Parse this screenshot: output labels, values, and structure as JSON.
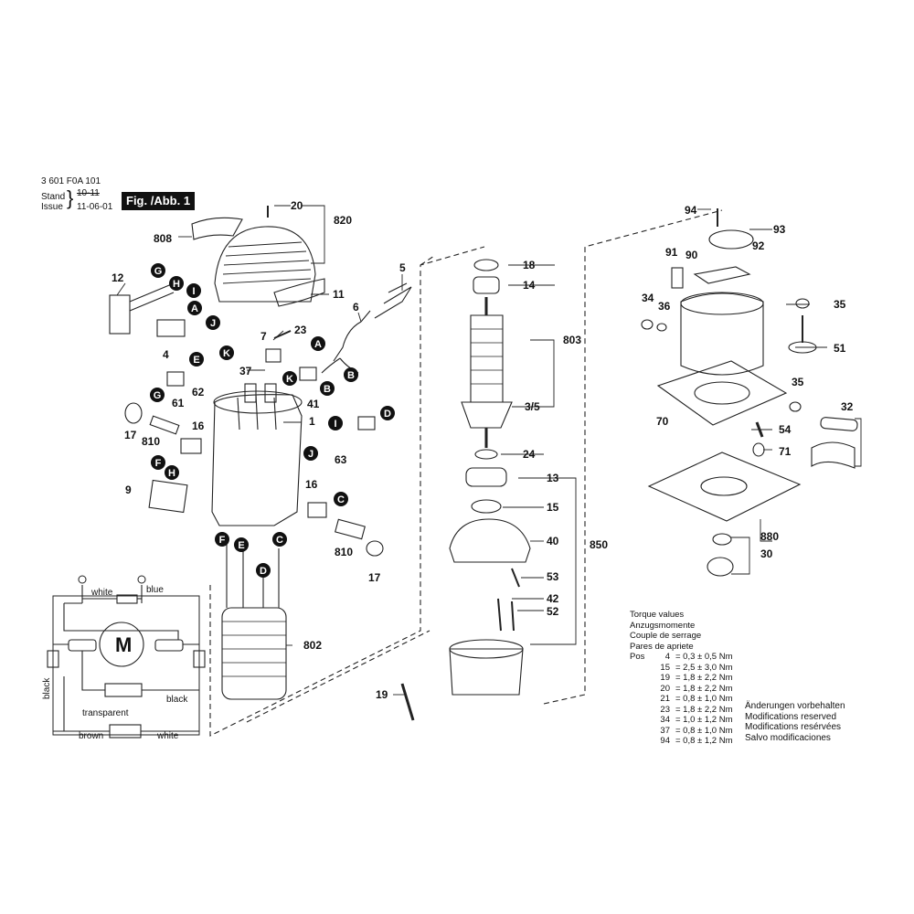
{
  "header": {
    "part_number": "3 601 F0A 101",
    "stand_label": "Stand",
    "stand_value": "10-11",
    "issue_label": "Issue",
    "issue_value": "11-06-01",
    "figure_label": "Fig. /Abb. 1"
  },
  "part_labels": [
    "20",
    "820",
    "808",
    "5",
    "11",
    "12",
    "6",
    "4",
    "7",
    "23",
    "37",
    "62",
    "41",
    "61",
    "1",
    "17",
    "810",
    "16",
    "9",
    "63",
    "16",
    "810",
    "17",
    "802",
    "18",
    "14",
    "803",
    "3/5",
    "24",
    "13",
    "15",
    "40",
    "850",
    "53",
    "42",
    "52",
    "19",
    "94",
    "93",
    "91",
    "90",
    "92",
    "34",
    "36",
    "35",
    "51",
    "70",
    "35",
    "32",
    "54",
    "71",
    "880",
    "30"
  ],
  "callout_letters": [
    "G",
    "H",
    "I",
    "A",
    "J",
    "K",
    "E",
    "G",
    "A",
    "B",
    "K",
    "B",
    "F",
    "H",
    "C",
    "D",
    "I",
    "J",
    "E",
    "F",
    "C",
    "D"
  ],
  "wiring": {
    "white": "white",
    "blue": "blue",
    "motor": "M",
    "black_left": "black",
    "black_right": "black",
    "transparent": "transparent",
    "brown": "brown",
    "white_bottom": "white"
  },
  "torque": {
    "titles": [
      "Torque values",
      "Anzugsmomente",
      "Couple de serrage",
      "Pares de apriete"
    ],
    "pos_label": "Pos",
    "rows": [
      {
        "pos": "4",
        "value": "= 0,3 ± 0,5 Nm"
      },
      {
        "pos": "15",
        "value": "= 2,5 ± 3,0 Nm"
      },
      {
        "pos": "19",
        "value": "= 1,8 ± 2,2 Nm"
      },
      {
        "pos": "20",
        "value": "= 1,8 ± 2,2 Nm"
      },
      {
        "pos": "21",
        "value": "= 0,8 ± 1,0 Nm"
      },
      {
        "pos": "23",
        "value": "= 1,8 ± 2,2 Nm"
      },
      {
        "pos": "34",
        "value": "= 1,0 ± 1,2 Nm"
      },
      {
        "pos": "37",
        "value": "= 0,8 ± 1,0 Nm"
      },
      {
        "pos": "94",
        "value": "= 0,8 ± 1,2 Nm"
      }
    ]
  },
  "notes": [
    "Änderungen vorbehalten",
    "Modifications reserved",
    "Modifications resérvées",
    "Salvo modificaciones"
  ]
}
